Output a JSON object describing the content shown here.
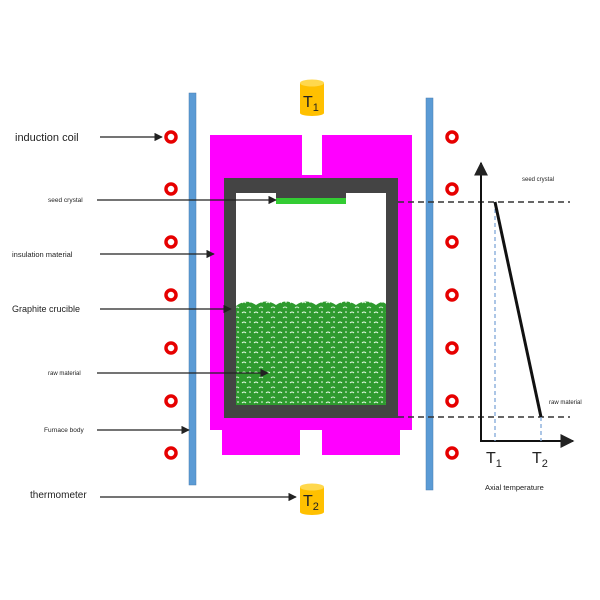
{
  "labels": {
    "induction_coil": "induction coil",
    "seed_crystal": "seed crystal",
    "insulation_material": "insulation material",
    "graphite_crucible": "Graphite crucible",
    "raw_material": "raw material",
    "furnace_body": "Furnace body",
    "thermometer": "thermometer"
  },
  "thermometers": {
    "top": {
      "main": "T",
      "sub": "1"
    },
    "bottom": {
      "main": "T",
      "sub": "2"
    }
  },
  "gradient_plot": {
    "seed_label": "seed crystal",
    "raw_label": "raw material",
    "t1": {
      "main": "T",
      "sub": "1"
    },
    "t2": {
      "main": "T",
      "sub": "2"
    },
    "axis_label": "Axial temperature"
  },
  "colors": {
    "insulation": "#ff00ff",
    "crucible": "#444444",
    "seed": "#33cc33",
    "raw_material": "#2e9a2e",
    "furnace_wall": "#5b9bd5",
    "coil": "#e60000",
    "thermometer": "#ffc000",
    "guide_line": "#7fa7d9"
  }
}
